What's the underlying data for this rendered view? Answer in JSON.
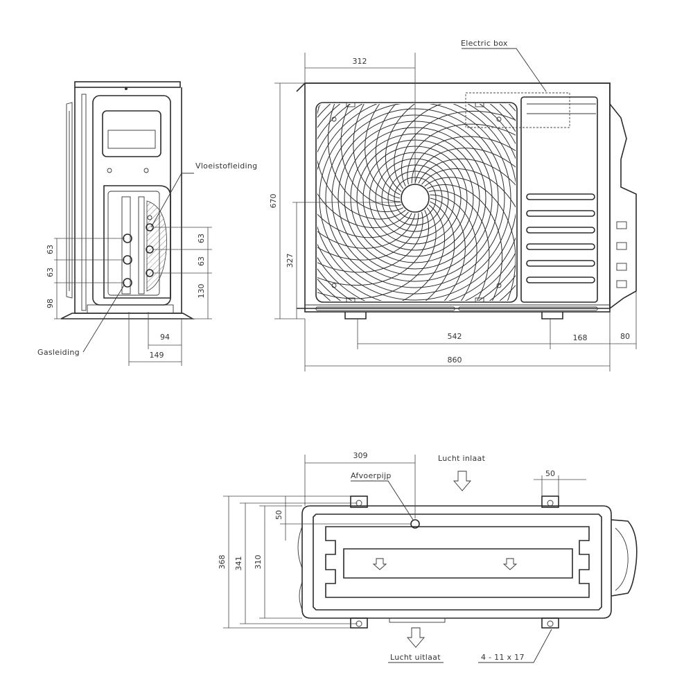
{
  "labels": {
    "electric_box": "Electric box",
    "liquid_pipe": "Vloeistofleiding",
    "gas_pipe": "Gasleiding",
    "drain_pipe": "Afvoerpijp",
    "air_inlet": "Lucht inlaat",
    "air_outlet": "Lucht uitlaat",
    "mounting_holes": "4 - 11 x 17"
  },
  "dimensions": {
    "front": {
      "fan_center_offset": "312",
      "height": "670",
      "fan_center_height": "327",
      "foot_spacing": "542",
      "right_foot_offset": "168",
      "side_protrusion": "80",
      "width": "860"
    },
    "side": {
      "valve_spacing_left_1": "63",
      "valve_spacing_left_2": "63",
      "bottom_left": "98",
      "valve_spacing_right_1": "63",
      "valve_spacing_right_2": "63",
      "bottom_right": "130",
      "valve_offset_inner": "94",
      "valve_offset_outer": "149"
    },
    "top": {
      "drain_offset": "309",
      "foot_width": "50",
      "foot_depth": "50",
      "depth_total": "368",
      "depth_feet": "341",
      "depth_body": "310"
    }
  }
}
